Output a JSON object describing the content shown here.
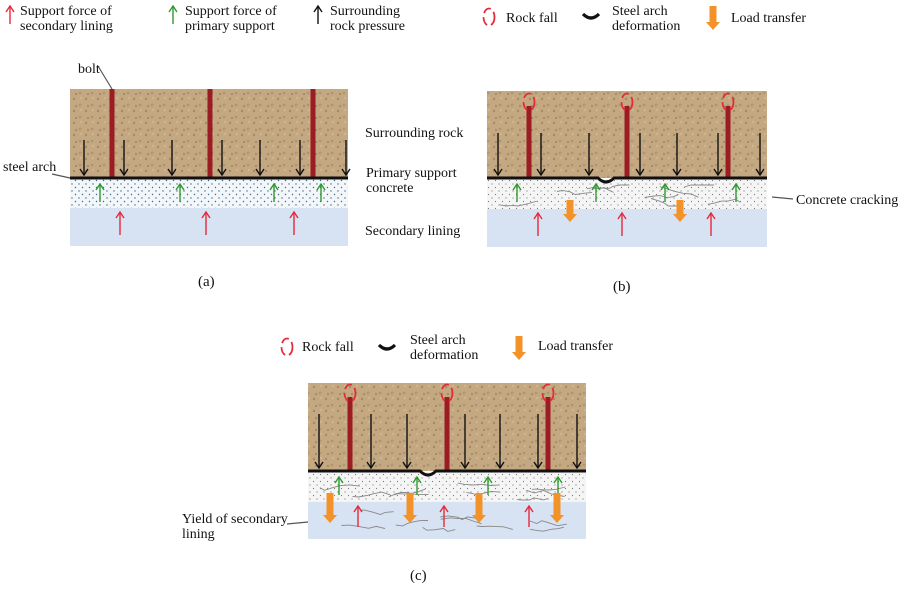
{
  "legend_top": {
    "support_force_secondary": "Support force of\nsecondary lining",
    "support_force_primary": "Support force of\nprimary support",
    "surrounding_pressure": "Surrounding\nrock pressure",
    "rock_fall": "Rock fall",
    "steel_arch_deformation": "Steel arch\ndeformation",
    "load_transfer": "Load transfer"
  },
  "legend_c": {
    "rock_fall": "Rock fall",
    "steel_arch_deformation": "Steel arch\ndeformation",
    "load_transfer": "Load transfer"
  },
  "panel_a": {
    "bolt": "bolt",
    "steel_arch": "steel arch",
    "surrounding_rock": "Surrounding rock",
    "primary_support": "Primary support\nconcrete",
    "secondary_lining": "Secondary lining",
    "caption": "(a)"
  },
  "panel_b": {
    "concrete_cracking": "Concrete cracking",
    "caption": "(b)"
  },
  "panel_c": {
    "yield_secondary": "Yield of secondary\nlining",
    "caption": "(c)"
  },
  "colors": {
    "rock": "#c2a77f",
    "bolt": "#9b1c22",
    "red_arrow": "#e52a3a",
    "green_arrow": "#2e9a2e",
    "black_arrow": "#111111",
    "orange_arrow": "#f29229",
    "lining": "#d7e2f3",
    "concrete_dot": "#3d6a8a"
  }
}
